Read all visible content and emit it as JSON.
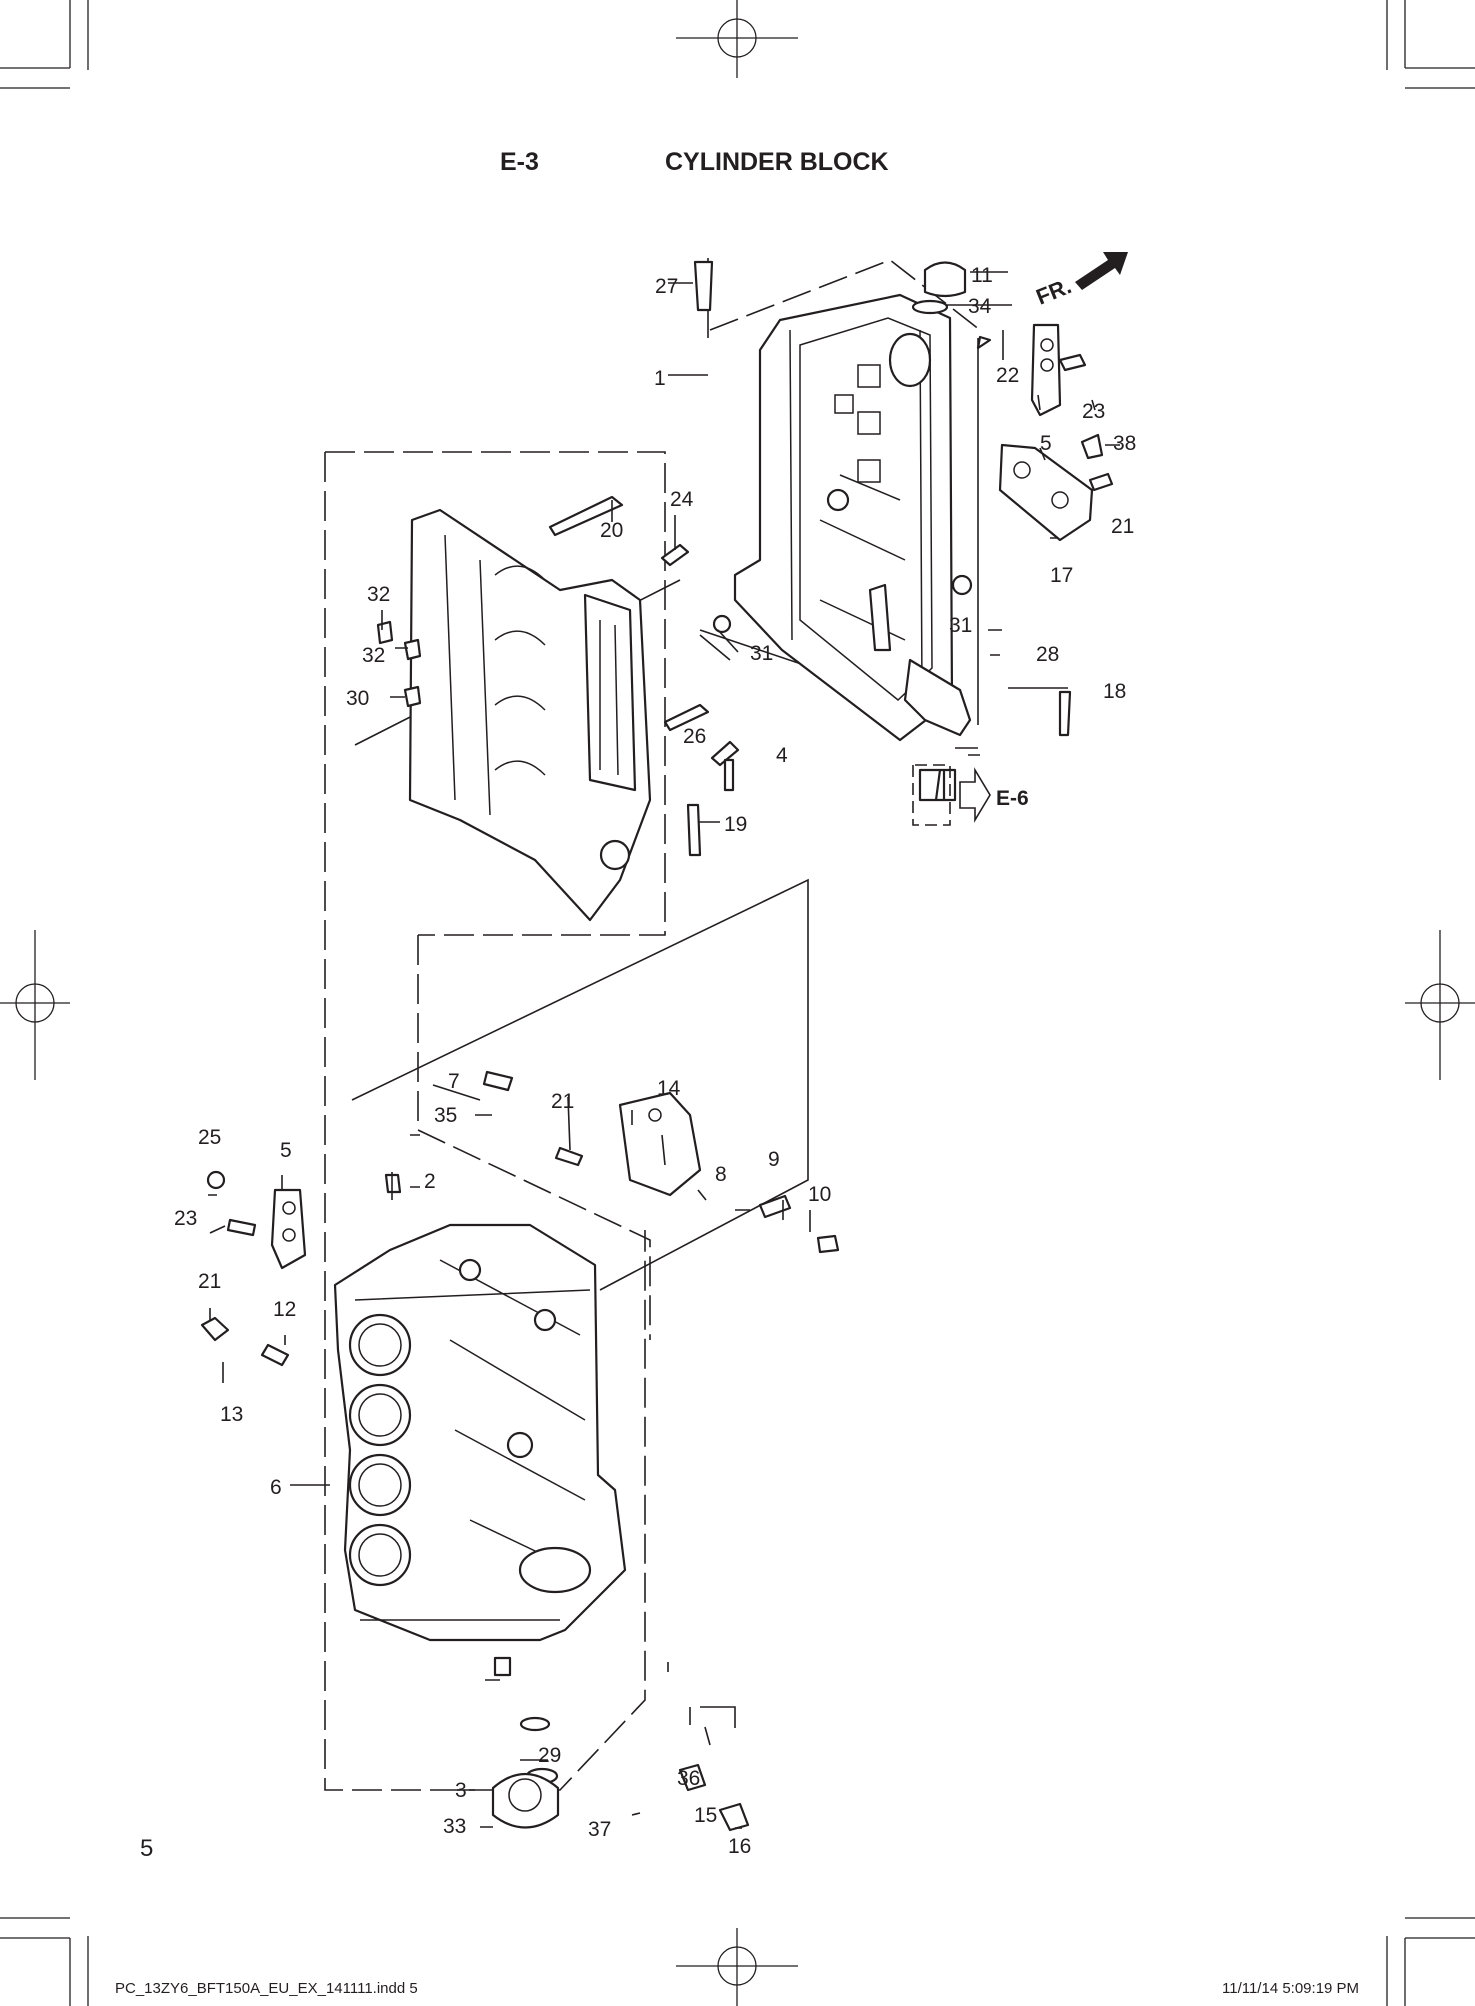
{
  "header": {
    "section_code": "E-3",
    "section_title": "CYLINDER BLOCK"
  },
  "direction_marker": {
    "label": "FR."
  },
  "reference_marker": {
    "label": "E-6"
  },
  "callouts": {
    "p1": "1",
    "p2": "2",
    "p3": "3",
    "p4": "4",
    "p5a": "5",
    "p5b": "5",
    "p6": "6",
    "p7": "7",
    "p8": "8",
    "p9": "9",
    "p10": "10",
    "p11": "11",
    "p12": "12",
    "p13": "13",
    "p14": "14",
    "p15": "15",
    "p16": "16",
    "p17": "17",
    "p18": "18",
    "p19": "19",
    "p20": "20",
    "p21a": "21",
    "p21b": "21",
    "p21c": "21",
    "p22": "22",
    "p23a": "23",
    "p23b": "23",
    "p24": "24",
    "p25": "25",
    "p26": "26",
    "p27": "27",
    "p28": "28",
    "p29": "29",
    "p30": "30",
    "p31a": "31",
    "p31b": "31",
    "p32a": "32",
    "p32b": "32",
    "p33": "33",
    "p34": "34",
    "p35": "35",
    "p36": "36",
    "p37": "37",
    "p38": "38"
  },
  "footer": {
    "page_number": "5",
    "file_name": "PC_13ZY6_BFT150A_EU_EX_141111.indd   5",
    "timestamp": "11/11/14   5:09:19 PM"
  }
}
